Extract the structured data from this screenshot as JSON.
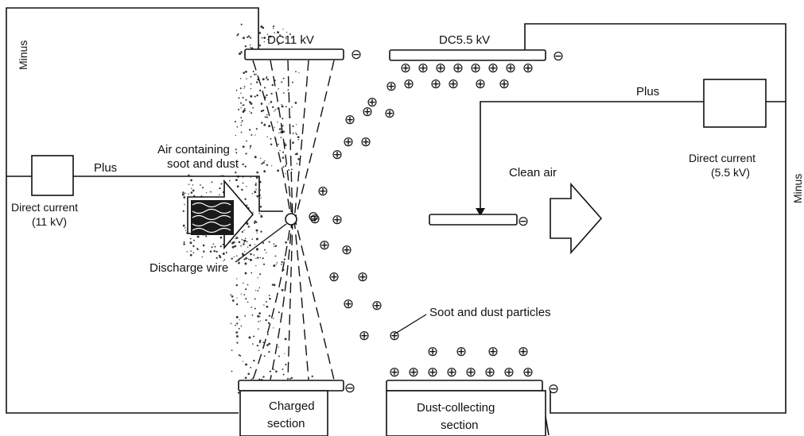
{
  "labels": {
    "dc11": "DC11 kV",
    "dc55": "DC5.5 kV",
    "minus_left": "Minus",
    "minus_right": "Minus",
    "plus_left": "Plus",
    "plus_right": "Plus",
    "air_line1": "Air containing",
    "air_line2": "soot and dust",
    "dc_left_line1": "Direct current",
    "dc_left_line2": "(11 kV)",
    "dc_right_line1": "Direct current",
    "dc_right_line2": "(5.5 kV)",
    "discharge_wire": "Discharge wire",
    "clean_air": "Clean air",
    "soot_particles": "Soot and dust particles",
    "charged_line1": "Charged",
    "charged_line2": "section",
    "dust_line1": "Dust-collecting",
    "dust_line2": "section"
  },
  "symbols": {
    "minus": "⊖",
    "plus": "⊕"
  }
}
